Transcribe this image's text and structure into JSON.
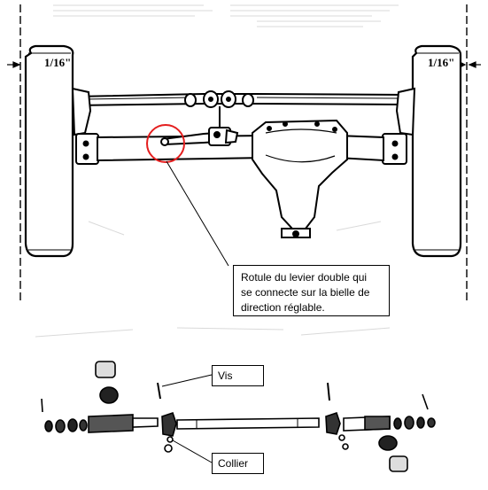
{
  "diagram": {
    "top_view": {
      "dimension_left": "1/16\"",
      "dimension_right": "1/16\""
    },
    "callouts": {
      "ball_joint_line1": "Rotule du levier double qui",
      "ball_joint_line2": "se connecte sur la bielle de",
      "ball_joint_line3": "direction réglable.",
      "screw": "Vis",
      "collar": "Collier"
    },
    "colors": {
      "line": "#000000",
      "highlight_circle": "#e41e1e",
      "background": "#ffffff"
    }
  }
}
